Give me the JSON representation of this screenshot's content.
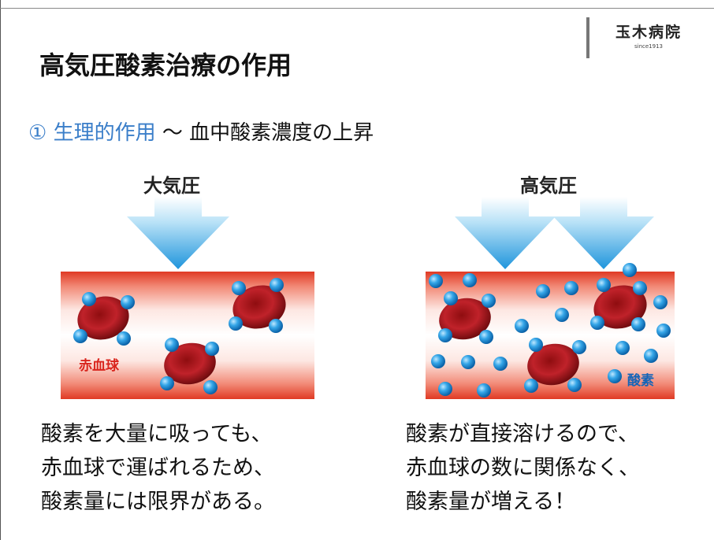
{
  "logo": {
    "name": "玉木病院",
    "since": "since1913"
  },
  "title": "高気圧酸素治療の作用",
  "subtitle": {
    "number": "①",
    "highlight": "生理的作用",
    "separator": "〜",
    "rest": "血中酸素濃度の上昇"
  },
  "left_panel": {
    "label": "大気圧",
    "rbc_label": "赤血球",
    "caption": [
      "酸素を大量に吸っても、",
      "赤血球で運ばれるため、",
      "酸素量には限界がある。"
    ]
  },
  "right_panel": {
    "label": "高気圧",
    "oxygen_label": "酸素",
    "caption": [
      "酸素が直接溶けるので、",
      "赤血球の数に関係なく、",
      "酸素量が増える！"
    ]
  },
  "colors": {
    "accent_blue": "#3a7ec9",
    "arrow_blue": "#2f9fe0",
    "rbc_red": "#b51c1c",
    "oxygen_blue": "#1f8fd6",
    "vessel_red": "#e8452c"
  }
}
